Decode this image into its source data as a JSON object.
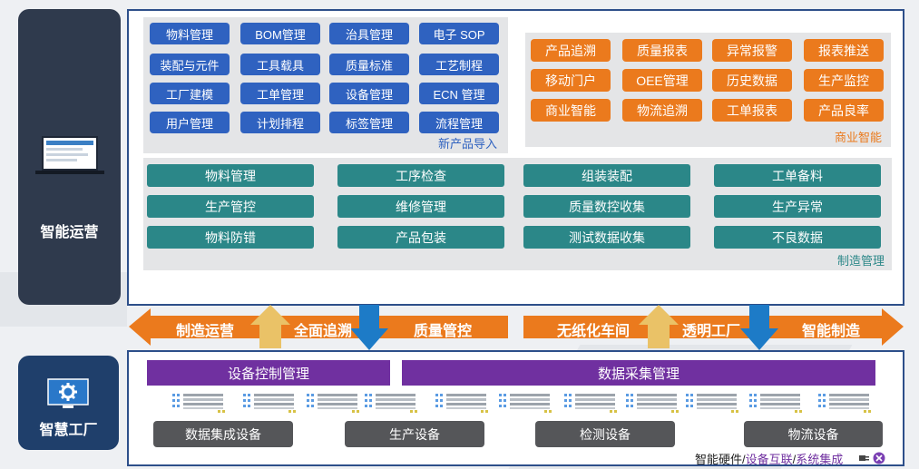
{
  "side": {
    "top_label": "智能运营",
    "bottom_label": "智慧工厂"
  },
  "npi": {
    "caption": "新产品导入",
    "buttons": [
      "物料管理",
      "BOM管理",
      "治具管理",
      "电子 SOP",
      "装配与元件",
      "工具载具",
      "质量标准",
      "工艺制程",
      "工厂建模",
      "工单管理",
      "设备管理",
      "ECN 管理",
      "用户管理",
      "计划排程",
      "标签管理",
      "流程管理"
    ]
  },
  "bi": {
    "caption": "商业智能",
    "buttons": [
      "产品追溯",
      "质量报表",
      "异常报警",
      "报表推送",
      "移动门户",
      "OEE管理",
      "历史数据",
      "生产监控",
      "商业智能",
      "物流追溯",
      "工单报表",
      "产品良率"
    ]
  },
  "mfg": {
    "caption": "制造管理",
    "buttons": [
      "物料管理",
      "工序检查",
      "组装装配",
      "工单备料",
      "生产管控",
      "维修管理",
      "质量数控收集",
      "生产异常",
      "物料防错",
      "产品包装",
      "测试数据收集",
      "不良数据"
    ]
  },
  "band": {
    "labels": [
      "制造运营",
      "全面追溯",
      "质量管控",
      "无纸化车间",
      "透明工厂",
      "智能制造"
    ]
  },
  "factory": {
    "control": "设备控制管理",
    "collect": "数据采集管理",
    "devices": [
      "数据集成设备",
      "生产设备",
      "检测设备",
      "物流设备"
    ],
    "caption_plain": "智能硬件/",
    "caption_link1": "设备互联",
    "caption_sep": "/",
    "caption_link2": "系统集成"
  },
  "colors": {
    "blue": "#2f62c0",
    "orange": "#eb7a1d",
    "teal": "#2b8788",
    "purple": "#7030a0",
    "navy": "#2d4f8a",
    "gray": "#555659"
  }
}
